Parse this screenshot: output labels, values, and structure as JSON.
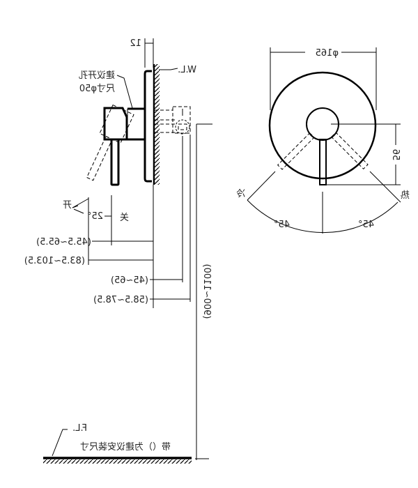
{
  "side_view": {
    "wall_thickness": "12",
    "hole_note_line1": "建议开孔",
    "hole_note_line2": "尺寸φ50",
    "wall_label": "W.L.",
    "open_label": "开",
    "angle_label": "25°",
    "close_label": "关",
    "dim_1": "(45.5~65.5)",
    "dim_2": "(83.5~103.5)",
    "dim_3": "(45~65)",
    "dim_4": "(58.5~78.5)",
    "height_dim": "(900~1100)",
    "floor_label": "F.L.",
    "note": "带（）为建议安装尺寸"
  },
  "front_view": {
    "diameter": "φ165",
    "lever_offset": "56",
    "cold_label": "冷",
    "hot_label": "热",
    "left_angle": "45°",
    "right_angle": "45°"
  }
}
